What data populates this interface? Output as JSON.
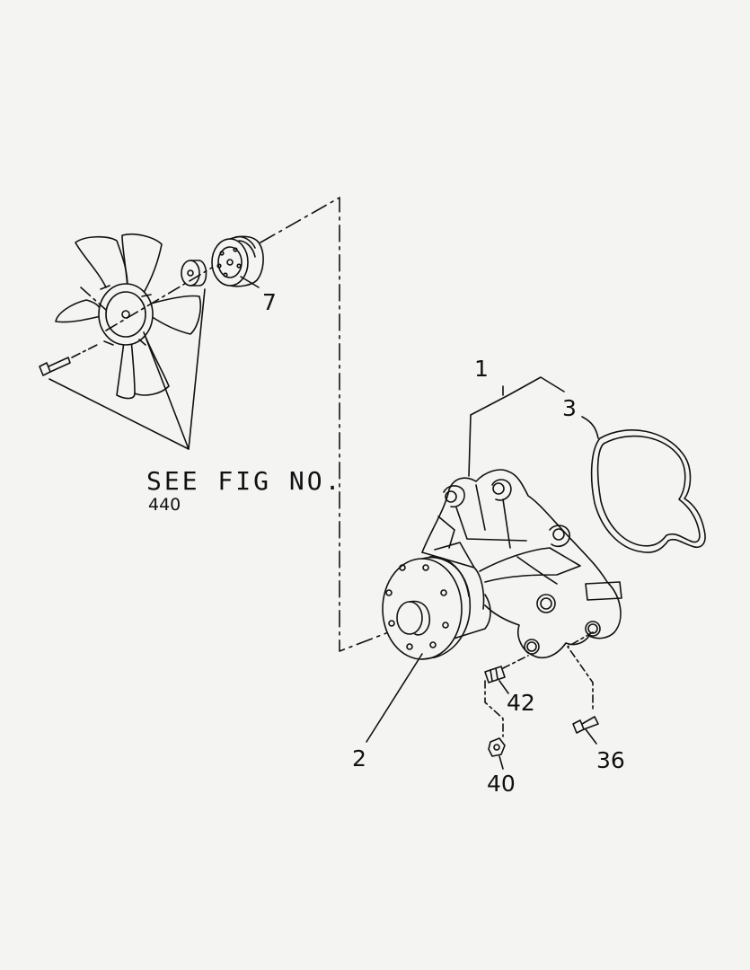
{
  "diagram": {
    "see_fig_text": "SEE FIG NO.",
    "see_fig_number": "440",
    "callouts": [
      {
        "id": "pump_assembly",
        "label": "1"
      },
      {
        "id": "pump_body",
        "label": "2"
      },
      {
        "id": "gasket",
        "label": "3"
      },
      {
        "id": "pulley",
        "label": "7"
      },
      {
        "id": "bolt",
        "label": "36"
      },
      {
        "id": "nut",
        "label": "40"
      },
      {
        "id": "stud",
        "label": "42"
      }
    ],
    "colors": {
      "ink": "#111111",
      "paper": "#f4f4f2"
    }
  }
}
